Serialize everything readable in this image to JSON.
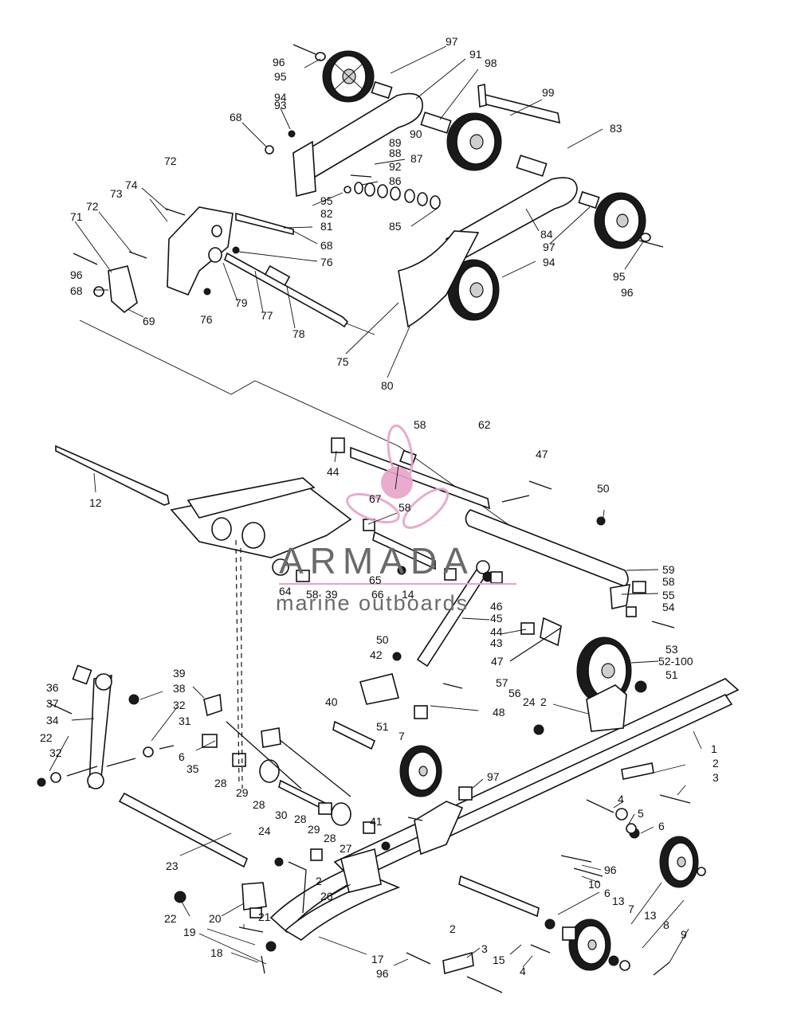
{
  "colors": {
    "ink": "#111111",
    "watermark_logo": "#e7a3c9",
    "watermark_text": "#6a6a6a"
  },
  "watermark": {
    "brand": "ARMADA",
    "tagline": "marine outboards",
    "logo_icon": "propeller-icon"
  },
  "callouts": [
    {
      "id": "c01",
      "label": "97"
    },
    {
      "id": "c02",
      "label": "91"
    },
    {
      "id": "c03",
      "label": "98"
    },
    {
      "id": "c04",
      "label": "96"
    },
    {
      "id": "c05",
      "label": "95"
    },
    {
      "id": "c06",
      "label": "94"
    },
    {
      "id": "c07",
      "label": "99"
    },
    {
      "id": "c08",
      "label": "93"
    },
    {
      "id": "c09",
      "label": "83"
    },
    {
      "id": "c10",
      "label": "68"
    },
    {
      "id": "c11",
      "label": "90"
    },
    {
      "id": "c12",
      "label": "89"
    },
    {
      "id": "c13",
      "label": "88"
    },
    {
      "id": "c14",
      "label": "87"
    },
    {
      "id": "c15",
      "label": "92"
    },
    {
      "id": "c16",
      "label": "72"
    },
    {
      "id": "c17",
      "label": "86"
    },
    {
      "id": "c18",
      "label": "95"
    },
    {
      "id": "c19",
      "label": "74"
    },
    {
      "id": "c20",
      "label": "73"
    },
    {
      "id": "c21",
      "label": "82"
    },
    {
      "id": "c22",
      "label": "81"
    },
    {
      "id": "c23",
      "label": "72"
    },
    {
      "id": "c24",
      "label": "85"
    },
    {
      "id": "c25",
      "label": "71"
    },
    {
      "id": "c26",
      "label": "84"
    },
    {
      "id": "c27",
      "label": "68"
    },
    {
      "id": "c28",
      "label": "97"
    },
    {
      "id": "c29",
      "label": "76"
    },
    {
      "id": "c30",
      "label": "94"
    },
    {
      "id": "c31",
      "label": "96"
    },
    {
      "id": "c32",
      "label": "95"
    },
    {
      "id": "c33",
      "label": "68"
    },
    {
      "id": "c34",
      "label": "79"
    },
    {
      "id": "c35",
      "label": "96"
    },
    {
      "id": "c36",
      "label": "76"
    },
    {
      "id": "c37",
      "label": "77"
    },
    {
      "id": "c38",
      "label": "69"
    },
    {
      "id": "c39",
      "label": "78"
    },
    {
      "id": "c40",
      "label": "75"
    },
    {
      "id": "c41",
      "label": "80"
    },
    {
      "id": "c42",
      "label": "58"
    },
    {
      "id": "c43",
      "label": "62"
    },
    {
      "id": "c44",
      "label": "47"
    },
    {
      "id": "c45",
      "label": "44"
    },
    {
      "id": "c46",
      "label": "50"
    },
    {
      "id": "c47",
      "label": "12"
    },
    {
      "id": "c48",
      "label": "67"
    },
    {
      "id": "c49",
      "label": "58"
    },
    {
      "id": "c50",
      "label": "59"
    },
    {
      "id": "c51",
      "label": "58"
    },
    {
      "id": "c52",
      "label": "55"
    },
    {
      "id": "c53",
      "label": "65"
    },
    {
      "id": "c54",
      "label": "64"
    },
    {
      "id": "c55",
      "label": "58"
    },
    {
      "id": "c56",
      "label": "39"
    },
    {
      "id": "c57",
      "label": "66"
    },
    {
      "id": "c58",
      "label": "14"
    },
    {
      "id": "c59",
      "label": "54"
    },
    {
      "id": "c60",
      "label": "46"
    },
    {
      "id": "c61",
      "label": "45"
    },
    {
      "id": "c62",
      "label": "44"
    },
    {
      "id": "c63",
      "label": "43"
    },
    {
      "id": "c64",
      "label": "50"
    },
    {
      "id": "c65",
      "label": "42"
    },
    {
      "id": "c66",
      "label": "53"
    },
    {
      "id": "c67",
      "label": "52-100"
    },
    {
      "id": "c68",
      "label": "47"
    },
    {
      "id": "c69",
      "label": "51"
    },
    {
      "id": "c70",
      "label": "57"
    },
    {
      "id": "c71",
      "label": "56"
    },
    {
      "id": "c72",
      "label": "36"
    },
    {
      "id": "c73",
      "label": "38"
    },
    {
      "id": "c74",
      "label": "39"
    },
    {
      "id": "c75",
      "label": "37"
    },
    {
      "id": "c76",
      "label": "32"
    },
    {
      "id": "c77",
      "label": "40"
    },
    {
      "id": "c78",
      "label": "48"
    },
    {
      "id": "c79",
      "label": "24"
    },
    {
      "id": "c80",
      "label": "2"
    },
    {
      "id": "c81",
      "label": "34"
    },
    {
      "id": "c82",
      "label": "31"
    },
    {
      "id": "c83",
      "label": "51"
    },
    {
      "id": "c84",
      "label": "7"
    },
    {
      "id": "c85",
      "label": "22"
    },
    {
      "id": "c86",
      "label": "6"
    },
    {
      "id": "c87",
      "label": "35"
    },
    {
      "id": "c88",
      "label": "1"
    },
    {
      "id": "c89",
      "label": "32"
    },
    {
      "id": "c90",
      "label": "2"
    },
    {
      "id": "c91",
      "label": "28"
    },
    {
      "id": "c92",
      "label": "29"
    },
    {
      "id": "c93",
      "label": "3"
    },
    {
      "id": "c94",
      "label": "97"
    },
    {
      "id": "c95",
      "label": "28"
    },
    {
      "id": "c96",
      "label": "4"
    },
    {
      "id": "c97",
      "label": "30"
    },
    {
      "id": "c98",
      "label": "5"
    },
    {
      "id": "c99",
      "label": "28"
    },
    {
      "id": "c100",
      "label": "29"
    },
    {
      "id": "c101",
      "label": "41"
    },
    {
      "id": "c102",
      "label": "6"
    },
    {
      "id": "c103",
      "label": "28"
    },
    {
      "id": "c104",
      "label": "24"
    },
    {
      "id": "c105",
      "label": "27"
    },
    {
      "id": "c106",
      "label": "23"
    },
    {
      "id": "c107",
      "label": "96"
    },
    {
      "id": "c108",
      "label": "2"
    },
    {
      "id": "c109",
      "label": "10"
    },
    {
      "id": "c110",
      "label": "26"
    },
    {
      "id": "c111",
      "label": "6"
    },
    {
      "id": "c112",
      "label": "13"
    },
    {
      "id": "c113",
      "label": "7"
    },
    {
      "id": "c114",
      "label": "13"
    },
    {
      "id": "c115",
      "label": "22"
    },
    {
      "id": "c116",
      "label": "20"
    },
    {
      "id": "c117",
      "label": "21"
    },
    {
      "id": "c118",
      "label": "8"
    },
    {
      "id": "c119",
      "label": "19"
    },
    {
      "id": "c120",
      "label": "2"
    },
    {
      "id": "c121",
      "label": "9"
    },
    {
      "id": "c122",
      "label": "18"
    },
    {
      "id": "c123",
      "label": "3"
    },
    {
      "id": "c124",
      "label": "15"
    },
    {
      "id": "c125",
      "label": "17"
    },
    {
      "id": "c126",
      "label": "4"
    },
    {
      "id": "c127",
      "label": "96"
    }
  ]
}
